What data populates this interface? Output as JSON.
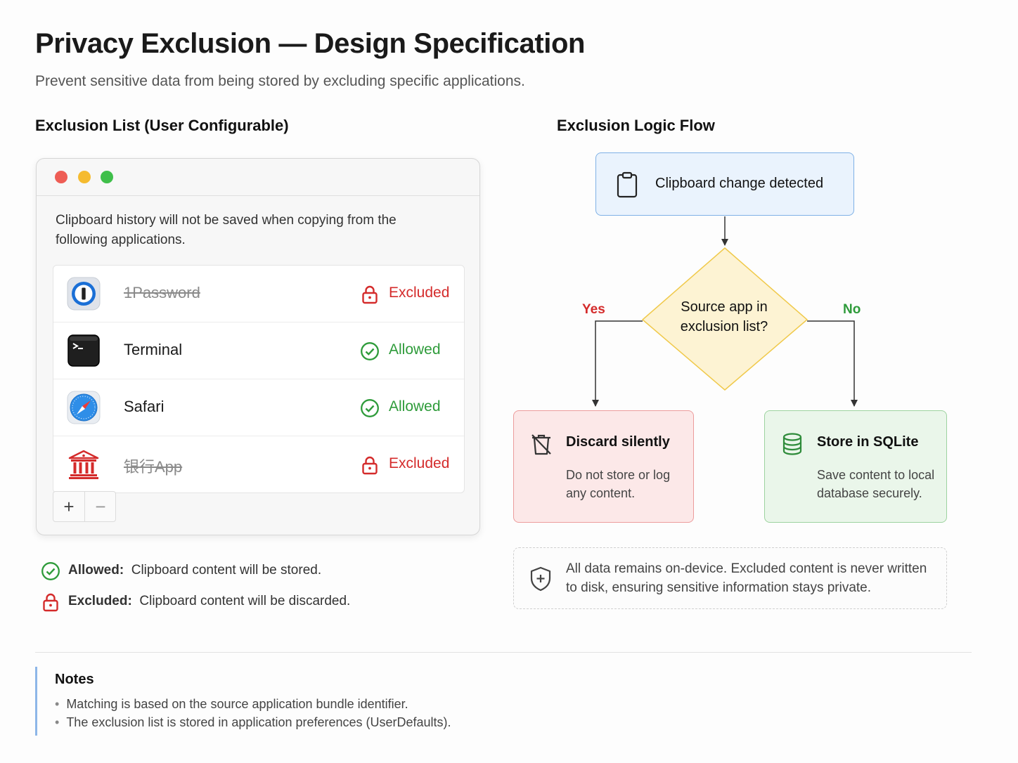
{
  "header": {
    "title": "Privacy Exclusion — Design Specification",
    "subtitle": "Prevent sensitive data from being stored by excluding specific applications."
  },
  "exclusion_list": {
    "heading": "Exclusion List (User Configurable)",
    "description": "Clipboard history will not be saved when copying from the following applications.",
    "apps": [
      {
        "name": "1Password",
        "status": "Excluded",
        "icon": "1password-icon"
      },
      {
        "name": "Terminal",
        "status": "Allowed",
        "icon": "terminal-icon"
      },
      {
        "name": "Safari",
        "status": "Allowed",
        "icon": "safari-icon"
      },
      {
        "name": "银行App",
        "status": "Excluded",
        "icon": "bank-icon"
      }
    ],
    "add_button": "+",
    "remove_button": "−"
  },
  "legend": {
    "allowed": {
      "label": "Allowed:",
      "text": "Clipboard content will be stored."
    },
    "excluded": {
      "label": "Excluded:",
      "text": "Clipboard content will be discarded."
    }
  },
  "flow": {
    "heading": "Exclusion Logic Flow",
    "start": "Clipboard change detected",
    "decision": "Source app in exclusion list?",
    "yes_label": "Yes",
    "no_label": "No",
    "discard": {
      "title": "Discard silently",
      "desc": "Do not store or log any content."
    },
    "store": {
      "title": "Store in SQLite",
      "desc": "Save content to local database securely."
    },
    "privacy_note": "All data remains on-device. Excluded content is never written to disk, ensuring sensitive information stays private."
  },
  "notes": {
    "title": "Notes",
    "items": [
      "Matching is based on the source application bundle identifier.",
      "The exclusion list is stored in application preferences (UserDefaults)."
    ]
  },
  "colors": {
    "excluded": "#d42b2b",
    "allowed": "#2e9b3a",
    "start_node": "#eaf3fd",
    "decision_node": "#fdf3d3",
    "discard_node": "#fce8e8",
    "store_node": "#eaf6ea"
  }
}
